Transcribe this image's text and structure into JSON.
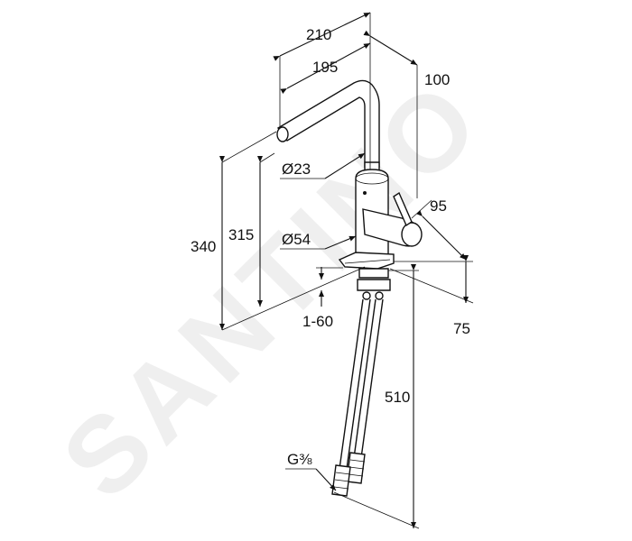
{
  "dimensions": {
    "d210": "210",
    "d195": "195",
    "d100": "100",
    "dia23": "Ø23",
    "d95": "95",
    "d340": "340",
    "d315": "315",
    "dia54": "Ø54",
    "d1_60": "1-60",
    "d75": "75",
    "d510": "510",
    "thread": "G⅜"
  },
  "watermark": "SANTINO"
}
